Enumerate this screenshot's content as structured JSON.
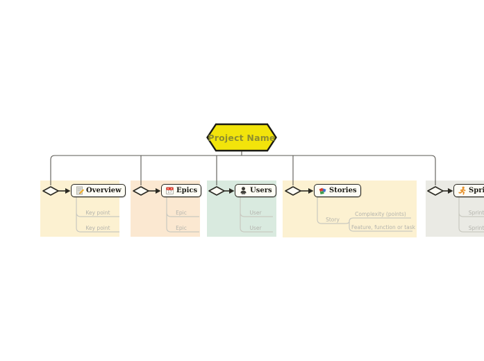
{
  "root": {
    "label": "Project Name"
  },
  "branches": [
    {
      "label": "Overview",
      "icon": "memo-icon",
      "children": [
        "Key point",
        "Key point"
      ]
    },
    {
      "label": "Epics",
      "icon": "calendar-icon",
      "calendar_day": "17",
      "children": [
        "Epic",
        "Epic"
      ]
    },
    {
      "label": "Users",
      "icon": "bust-icon",
      "children": [
        "User",
        "User"
      ]
    },
    {
      "label": "Stories",
      "icon": "books-icon",
      "story": {
        "label": "Story",
        "children": [
          "Complexity (points)",
          "Feature, function or task"
        ]
      }
    },
    {
      "label": "Sprints",
      "icon": "runner-icon",
      "children": [
        "Sprint",
        "Sprint"
      ]
    }
  ],
  "colors": {
    "root_fill": "#f2e40b",
    "root_border": "#1a1a14",
    "root_text": "#8e8e2f",
    "node_fill": "#fdfcf4",
    "node_border": "#26251f",
    "connector": "#5a5852",
    "diamond_stroke": "#2a2922",
    "child_line": "#c9c9c0",
    "child_text": "#b3b3ac",
    "panel_overview": "#fcf1d1",
    "panel_epics": "#fbe8d1",
    "panel_users": "#d9eadf",
    "panel_stories": "#fcf1d1",
    "panel_sprints": "#eaeae4"
  }
}
